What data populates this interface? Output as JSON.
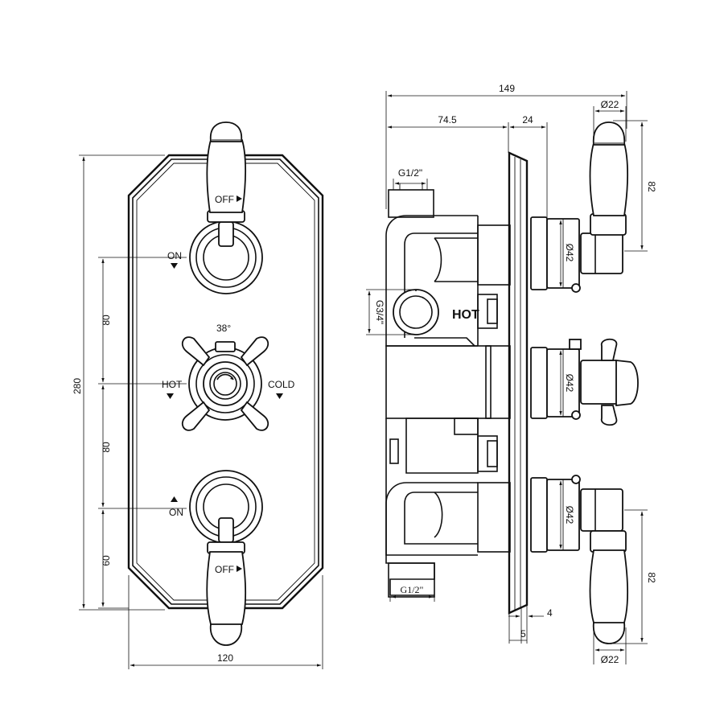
{
  "front_view": {
    "dimensions": {
      "width": "120",
      "height": "280",
      "upper_spacing": "80",
      "lower_spacing": "80",
      "bottom_offset": "60"
    },
    "labels": {
      "off_top": "OFF",
      "on_top": "ON",
      "temp": "38°",
      "hot": "HOT",
      "cold": "COLD",
      "on_bottom": "ON",
      "off_bottom": "OFF"
    }
  },
  "side_view": {
    "dimensions": {
      "overall_depth": "149",
      "body_depth": "74.5",
      "plate_to_handle": "24",
      "handle_dia_top": "Ø22",
      "handle_height_top": "82",
      "inlet_top": "G1/2\"",
      "inlet_side": "G3/4\"",
      "shroud_top": "Ø42",
      "shroud_mid": "Ø42",
      "shroud_bottom": "Ø42",
      "outlet_bottom": "G1/2\"",
      "plate_thickness": "4",
      "plate_min": "5",
      "handle_height_bottom": "82",
      "handle_dia_bottom": "Ø22"
    },
    "labels": {
      "hot": "HOT"
    }
  }
}
